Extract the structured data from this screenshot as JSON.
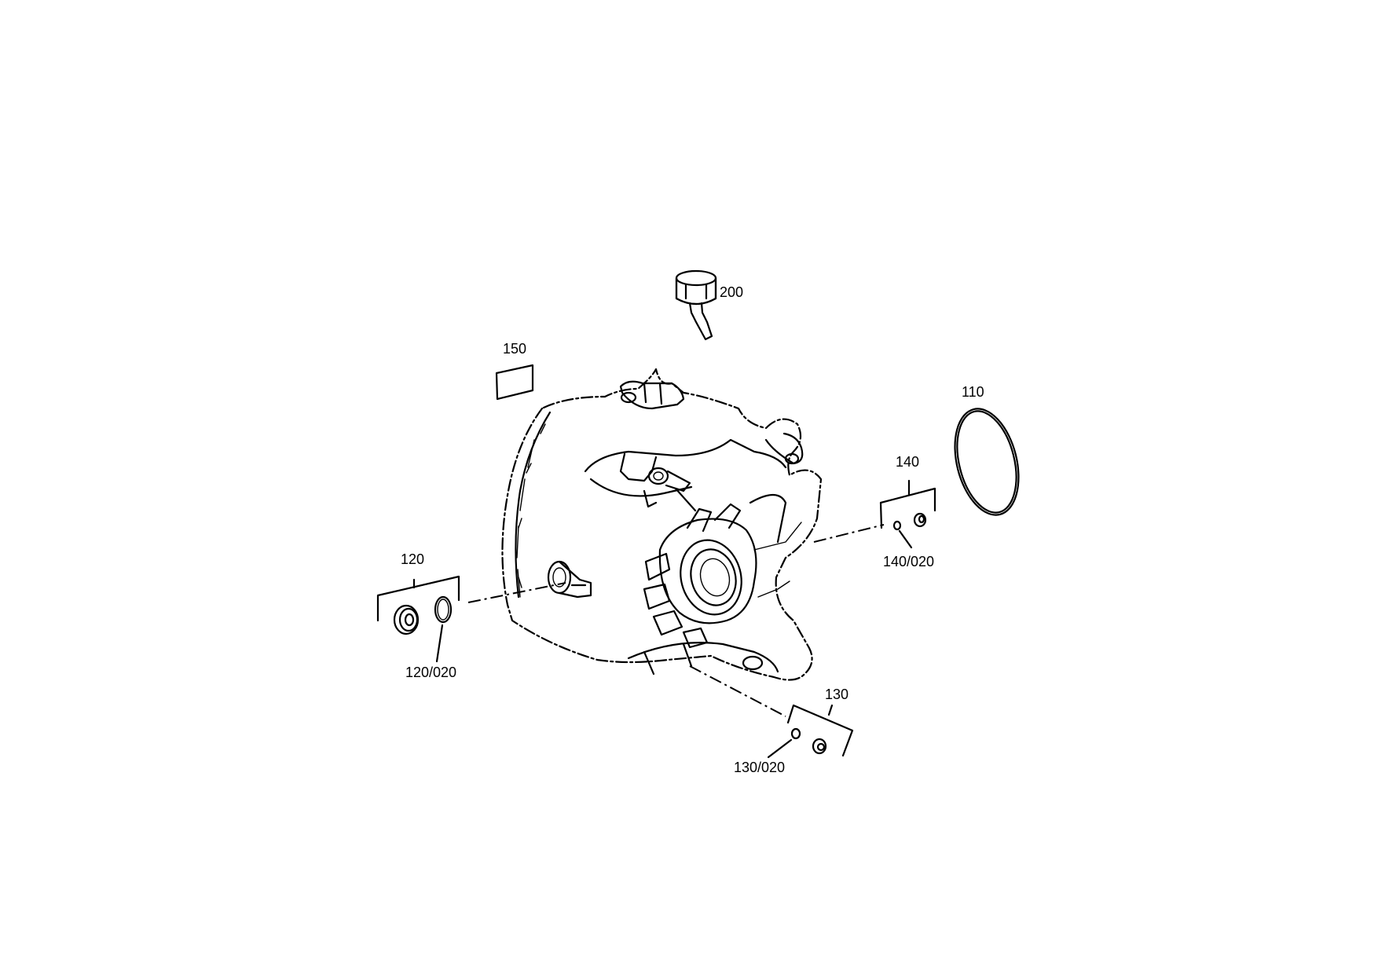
{
  "callouts": {
    "c200": "200",
    "c150": "150",
    "c110": "110",
    "c140": "140",
    "c140_020": "140/020",
    "c120": "120",
    "c120_020": "120/020",
    "c130": "130",
    "c130_020": "130/020"
  }
}
